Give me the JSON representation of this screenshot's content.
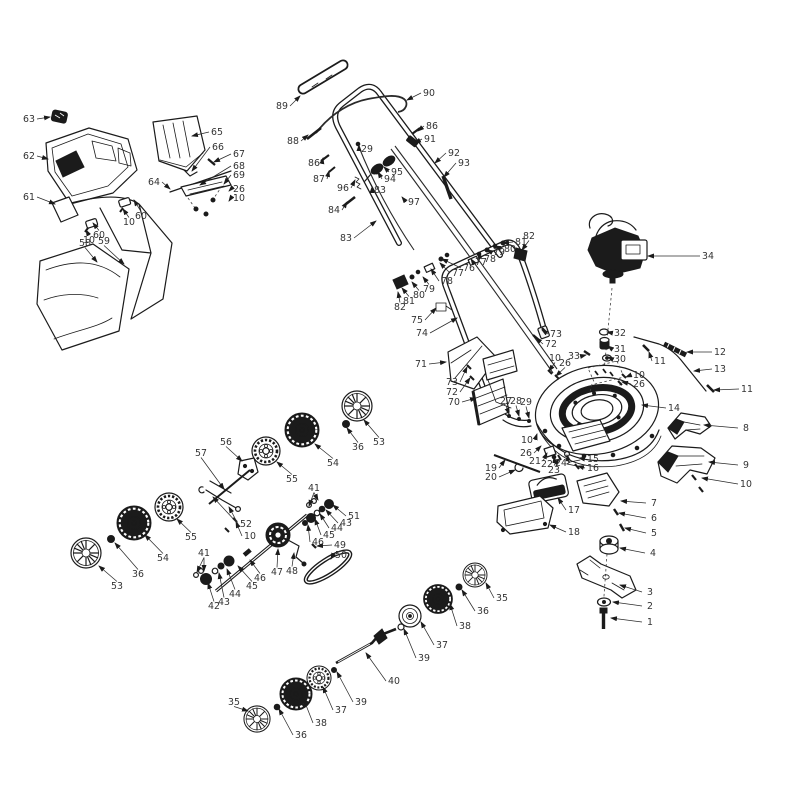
{
  "diagram": {
    "type": "exploded-parts-diagram",
    "subject": "petrol-lawn-mower",
    "colors": {
      "background": "#ffffff",
      "line": "#1b1b1b",
      "label": "#333333"
    },
    "callouts": [
      [
        "63",
        29,
        119,
        "r",
        50,
        117
      ],
      [
        "62",
        29,
        156,
        "r",
        48,
        159
      ],
      [
        "61",
        29,
        197,
        "r",
        55,
        204
      ],
      [
        "58",
        85,
        243,
        "d",
        97,
        262
      ],
      [
        "59",
        104,
        241,
        "d",
        124,
        264
      ],
      [
        "10",
        89,
        240,
        "u",
        86,
        230
      ],
      [
        "60",
        99,
        235,
        "u",
        93,
        223
      ],
      [
        "10",
        129,
        222,
        "u",
        123,
        209
      ],
      [
        "60",
        141,
        216,
        "u",
        134,
        200
      ],
      [
        "64",
        154,
        182,
        "r",
        170,
        189
      ],
      [
        "65",
        217,
        132,
        "l",
        192,
        136
      ],
      [
        "66",
        218,
        147,
        "l",
        192,
        171
      ],
      [
        "67",
        239,
        154,
        "l",
        214,
        162
      ],
      [
        "68",
        239,
        166,
        "l",
        200,
        185
      ],
      [
        "69",
        239,
        175,
        "l",
        224,
        184
      ],
      [
        "26",
        239,
        189,
        "l",
        229,
        191
      ],
      [
        "10",
        239,
        198,
        "l",
        229,
        201
      ],
      [
        "89",
        282,
        106,
        "r",
        300,
        96
      ],
      [
        "88",
        293,
        141,
        "r",
        308,
        135
      ],
      [
        "86",
        314,
        163,
        "r",
        323,
        158
      ],
      [
        "87",
        319,
        179,
        "r",
        329,
        171
      ],
      [
        "29",
        367,
        149,
        "l",
        359,
        145
      ],
      [
        "95",
        397,
        172,
        "l",
        384,
        167
      ],
      [
        "94",
        390,
        179,
        "l",
        378,
        172
      ],
      [
        "96",
        343,
        188,
        "r",
        355,
        180
      ],
      [
        "83",
        380,
        190,
        "l",
        372,
        187
      ],
      [
        "97",
        414,
        202,
        "l",
        402,
        197
      ],
      [
        "84",
        334,
        210,
        "r",
        347,
        202
      ],
      [
        "83",
        346,
        238,
        "r",
        376,
        221
      ],
      [
        "90",
        429,
        93,
        "l",
        407,
        100
      ],
      [
        "86",
        432,
        126,
        "l",
        418,
        131
      ],
      [
        "91",
        430,
        139,
        "l",
        415,
        143
      ],
      [
        "92",
        454,
        153,
        "l",
        435,
        163
      ],
      [
        "93",
        464,
        163,
        "l",
        444,
        177
      ],
      [
        "76",
        469,
        268,
        "l",
        442,
        259
      ],
      [
        "77",
        458,
        273,
        "l",
        440,
        263
      ],
      [
        "78",
        447,
        281,
        "l",
        431,
        269
      ],
      [
        "79",
        429,
        289,
        "u",
        423,
        277
      ],
      [
        "80",
        419,
        295,
        "u",
        412,
        282
      ],
      [
        "81",
        409,
        301,
        "u",
        402,
        288
      ],
      [
        "82",
        400,
        307,
        "u",
        398,
        292
      ],
      [
        "77",
        481,
        262,
        "l",
        471,
        259
      ],
      [
        "78",
        490,
        259,
        "l",
        477,
        254
      ],
      [
        "79",
        499,
        252,
        "l",
        487,
        250
      ],
      [
        "80",
        510,
        249,
        "l",
        495,
        246
      ],
      [
        "81",
        521,
        242,
        "l",
        503,
        243
      ],
      [
        "82",
        529,
        236,
        "d",
        522,
        250
      ],
      [
        "75",
        417,
        320,
        "r",
        436,
        308
      ],
      [
        "74",
        422,
        333,
        "r",
        457,
        318
      ],
      [
        "71",
        421,
        364,
        "r",
        446,
        362
      ],
      [
        "73",
        452,
        382,
        "r",
        467,
        367
      ],
      [
        "72",
        452,
        392,
        "r",
        470,
        378
      ],
      [
        "70",
        454,
        402,
        "r",
        476,
        398
      ],
      [
        "73",
        556,
        334,
        "l",
        542,
        330
      ],
      [
        "72",
        551,
        344,
        "l",
        536,
        338
      ],
      [
        "10",
        555,
        358,
        "d",
        549,
        371
      ],
      [
        "26",
        565,
        363,
        "d",
        556,
        376
      ],
      [
        "33",
        574,
        356,
        "r",
        586,
        355
      ],
      [
        "32",
        620,
        333,
        "l",
        607,
        332
      ],
      [
        "31",
        620,
        349,
        "l",
        608,
        346
      ],
      [
        "30",
        620,
        359,
        "l",
        608,
        357
      ],
      [
        "34",
        708,
        256,
        "l",
        648,
        256
      ],
      [
        "12",
        720,
        352,
        "l",
        687,
        352
      ],
      [
        "13",
        720,
        369,
        "l",
        694,
        371
      ],
      [
        "11",
        660,
        361,
        "l",
        649,
        352
      ],
      [
        "11",
        747,
        389,
        "l",
        714,
        390
      ],
      [
        "14",
        674,
        408,
        "l",
        642,
        405
      ],
      [
        "10",
        639,
        375,
        "l",
        626,
        377
      ],
      [
        "26",
        639,
        384,
        "l",
        622,
        382
      ],
      [
        "8",
        746,
        428,
        "l",
        704,
        425
      ],
      [
        "9",
        746,
        465,
        "l",
        709,
        462
      ],
      [
        "10",
        746,
        484,
        "l",
        702,
        478
      ],
      [
        "27",
        506,
        401,
        "d",
        509,
        414
      ],
      [
        "28",
        516,
        401,
        "d",
        519,
        416
      ],
      [
        "29",
        526,
        402,
        "d",
        529,
        418
      ],
      [
        "10",
        527,
        440,
        "r",
        537,
        434
      ],
      [
        "26",
        526,
        453,
        "r",
        541,
        446
      ],
      [
        "21",
        535,
        461,
        "r",
        547,
        453
      ],
      [
        "22",
        547,
        464,
        "r",
        554,
        457
      ],
      [
        "23",
        554,
        470,
        "u",
        559,
        459
      ],
      [
        "24",
        561,
        463,
        "r",
        567,
        455
      ],
      [
        "15",
        593,
        459,
        "l",
        579,
        458
      ],
      [
        "16",
        593,
        468,
        "l",
        578,
        466
      ],
      [
        "19",
        491,
        468,
        "r",
        505,
        460
      ],
      [
        "20",
        491,
        477,
        "r",
        515,
        470
      ],
      [
        "17",
        574,
        510,
        "l",
        558,
        498
      ],
      [
        "18",
        574,
        532,
        "l",
        550,
        525
      ],
      [
        "7",
        654,
        503,
        "l",
        621,
        501
      ],
      [
        "6",
        654,
        518,
        "l",
        619,
        513
      ],
      [
        "5",
        654,
        533,
        "l",
        625,
        528
      ],
      [
        "4",
        653,
        553,
        "l",
        620,
        548
      ],
      [
        "3",
        650,
        592,
        "l",
        620,
        585
      ],
      [
        "2",
        650,
        606,
        "l",
        613,
        602
      ],
      [
        "1",
        650,
        622,
        "l",
        611,
        618
      ],
      [
        "56",
        226,
        442,
        "d",
        242,
        461
      ],
      [
        "57",
        201,
        453,
        "d",
        224,
        489
      ],
      [
        "55",
        292,
        479,
        "u",
        277,
        462
      ],
      [
        "54",
        333,
        463,
        "u",
        315,
        444
      ],
      [
        "36",
        358,
        447,
        "u",
        347,
        428
      ],
      [
        "53",
        379,
        442,
        "u",
        364,
        420
      ],
      [
        "41",
        314,
        488,
        "d",
        318,
        500
      ],
      [
        "51",
        354,
        516,
        "l",
        333,
        505
      ],
      [
        "43",
        346,
        523,
        "l",
        326,
        510
      ],
      [
        "44",
        337,
        528,
        "l",
        320,
        514
      ],
      [
        "45",
        329,
        535,
        "l",
        315,
        519
      ],
      [
        "46",
        318,
        542,
        "l",
        308,
        525
      ],
      [
        "49",
        340,
        545,
        "l",
        317,
        546
      ],
      [
        "50",
        341,
        555,
        "l",
        331,
        559
      ],
      [
        "47",
        277,
        572,
        "u",
        278,
        549
      ],
      [
        "48",
        292,
        571,
        "u",
        294,
        553
      ],
      [
        "52",
        246,
        524,
        "l",
        229,
        507
      ],
      [
        "10",
        250,
        536,
        "l",
        236,
        522
      ],
      [
        "46",
        260,
        578,
        "u",
        250,
        560
      ],
      [
        "45",
        252,
        586,
        "u",
        238,
        566
      ],
      [
        "44",
        235,
        594,
        "u",
        227,
        569
      ],
      [
        "43",
        224,
        602,
        "u",
        219,
        573
      ],
      [
        "42",
        214,
        606,
        "u",
        208,
        583
      ],
      [
        "41",
        204,
        553,
        "d",
        197,
        572
      ],
      [
        "53",
        117,
        586,
        "u",
        99,
        566
      ],
      [
        "36",
        138,
        574,
        "u",
        115,
        543
      ],
      [
        "54",
        163,
        558,
        "u",
        145,
        535
      ],
      [
        "55",
        191,
        537,
        "u",
        177,
        519
      ],
      [
        "35",
        502,
        598,
        "l",
        486,
        583
      ],
      [
        "36",
        483,
        611,
        "l",
        462,
        590
      ],
      [
        "38",
        465,
        626,
        "l",
        450,
        604
      ],
      [
        "37",
        442,
        645,
        "l",
        421,
        622
      ],
      [
        "39",
        424,
        658,
        "l",
        404,
        629
      ],
      [
        "40",
        394,
        681,
        "l",
        366,
        653
      ],
      [
        "39",
        361,
        702,
        "l",
        337,
        672
      ],
      [
        "37",
        341,
        710,
        "l",
        323,
        687
      ],
      [
        "38",
        321,
        723,
        "l",
        304,
        700
      ],
      [
        "36",
        301,
        735,
        "l",
        279,
        709
      ],
      [
        "35",
        234,
        702,
        "d",
        248,
        711
      ],
      [
        "",
        314,
        488,
        "d",
        309,
        506
      ],
      [
        "",
        204,
        553,
        "d",
        204,
        571
      ],
      [
        "",
        246,
        524,
        "l",
        213,
        497
      ],
      [
        "",
        59,
        200,
        "r",
        0,
        0
      ]
    ]
  }
}
